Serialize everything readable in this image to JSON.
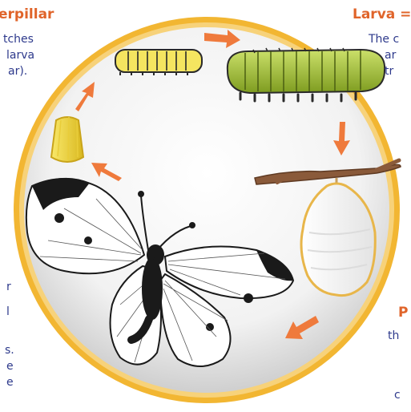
{
  "headings": {
    "caterpillar": "erpillar",
    "larva": "Larva",
    "pupa": "P"
  },
  "fragments": {
    "left_top": [
      "tches",
      "larva",
      "ar)."
    ],
    "left_bottom": [
      "r",
      "l",
      "s.",
      "e",
      "e"
    ],
    "larva_text": [
      "The c",
      "ar",
      "tr"
    ],
    "right_bottom": [
      "th",
      "c"
    ]
  },
  "labels": {
    "larva_suffix": "="
  },
  "colors": {
    "ring": "#f2b632",
    "ring_inner": "#f7d27a",
    "arrow": "#ef7a3c",
    "heading": "#e0642a",
    "body_text": "#2e3a8c",
    "caterpillar_green": "#a8c53a",
    "egg_yellow": "#f7e04a",
    "twig": "#8a5a3a"
  },
  "icons": {
    "egg": "egg-icon",
    "small_caterpillar": "small-caterpillar-icon",
    "large_caterpillar": "large-caterpillar-icon",
    "chrysalis": "chrysalis-icon",
    "butterfly": "butterfly-icon"
  }
}
